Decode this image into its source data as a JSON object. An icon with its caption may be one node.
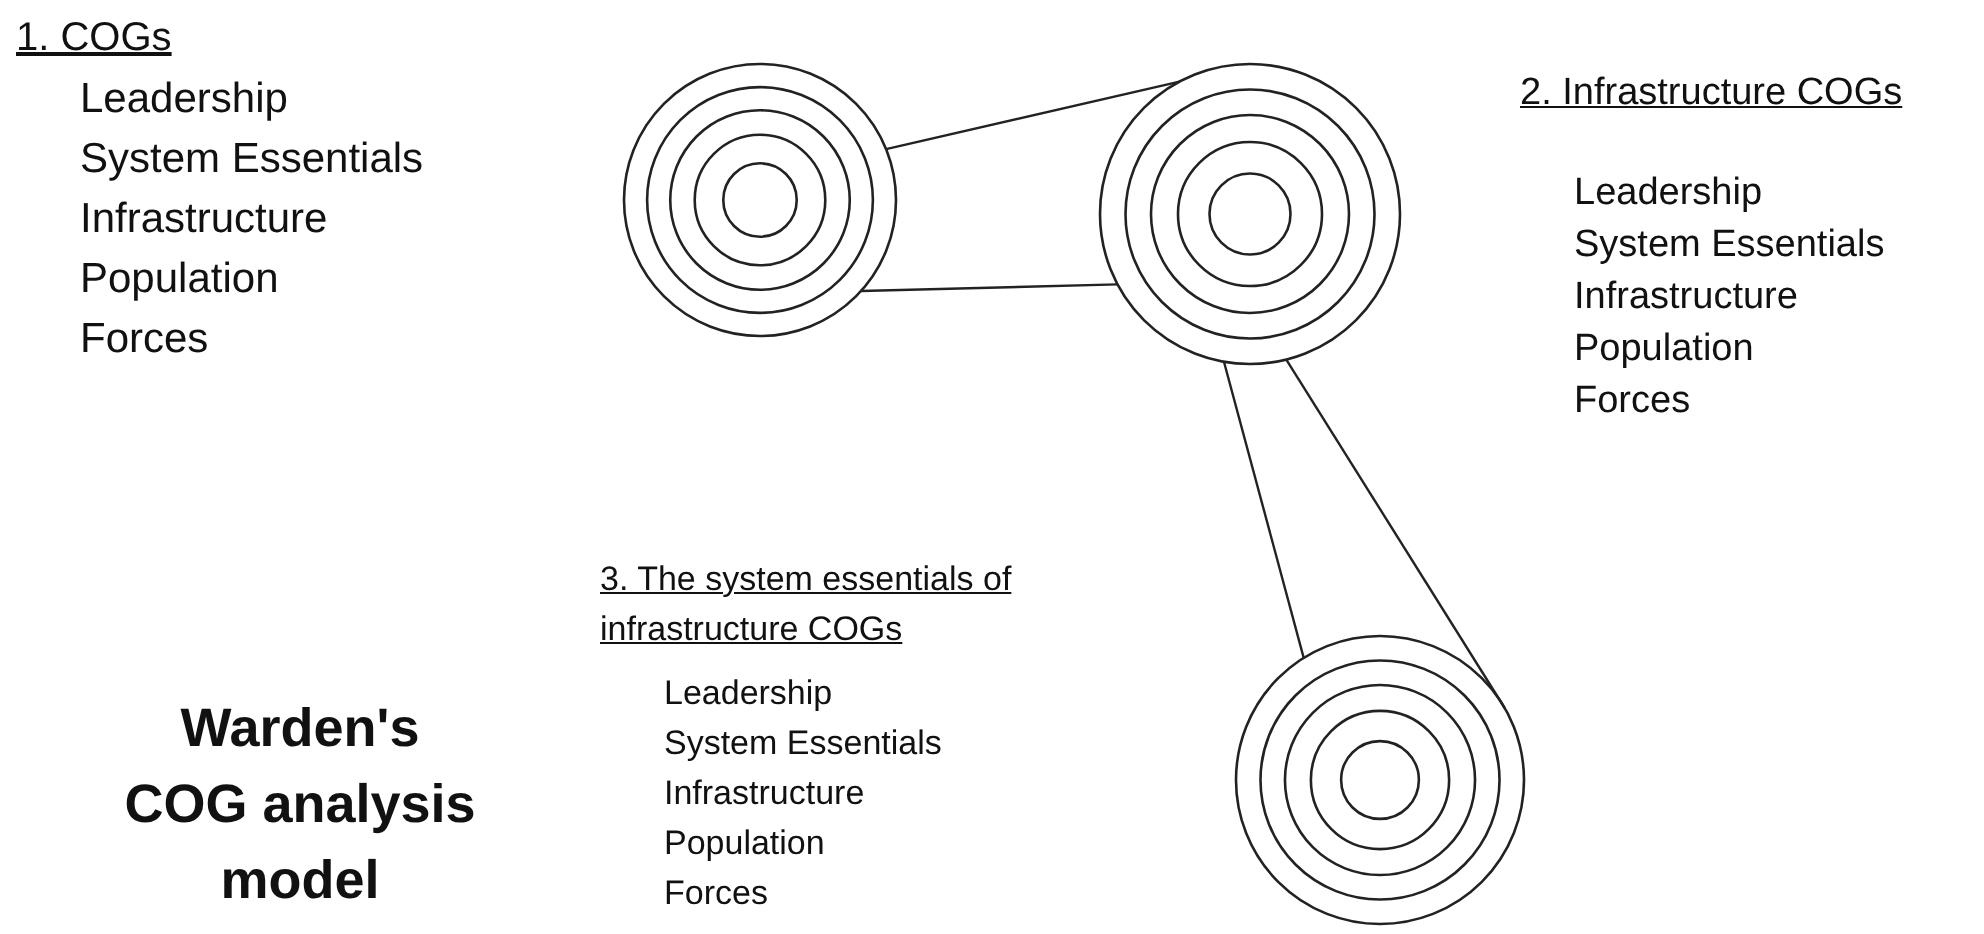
{
  "diagram": {
    "title": "Warden's COG analysis model",
    "nodes": [
      {
        "text": [],
        "shape": "circle"
      },
      {
        "text": [],
        "shape": "circle"
      },
      {
        "text": [],
        "shape": "circle"
      }
    ],
    "edges": [
      {
        "from": 0,
        "to": 1,
        "arrow": "none"
      },
      {
        "from": 0,
        "to": 1,
        "arrow": "none"
      },
      {
        "from": 1,
        "to": 2,
        "arrow": "none"
      },
      {
        "from": 1,
        "to": 2,
        "arrow": "none"
      }
    ],
    "labels": [
      "1. COGs",
      "Leadership",
      "System Essentials",
      "Infrastructure",
      "Population",
      "Forces",
      "2. Infrastructure COGs",
      "Leadership",
      "System Essentials",
      "Infrastructure",
      "Population",
      "Forces",
      "3. The system essentials of infrastructure COGs",
      "Leadership",
      "System Essentials",
      "Infrastructure",
      "Population",
      "Forces"
    ]
  }
}
